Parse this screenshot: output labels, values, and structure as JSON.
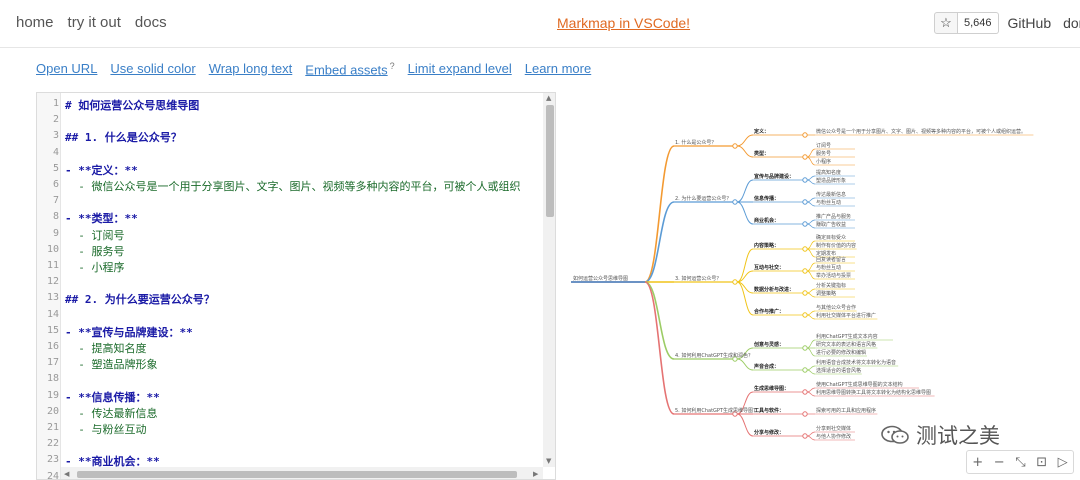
{
  "nav": {
    "left": [
      "home",
      "try it out",
      "docs"
    ],
    "center": "Markmap in VSCode!",
    "star_count": "5,646",
    "github": "GitHub",
    "donate": "dona"
  },
  "toolbar": {
    "links": [
      "Open URL",
      "Use solid color",
      "Wrap long text",
      "Embed assets",
      "Limit expand level",
      "Learn more"
    ],
    "embed_sup": "?"
  },
  "editor": {
    "lines": [
      {
        "n": "1",
        "text": "# 如何运营公众号思维导图",
        "kind": "h"
      },
      {
        "n": "2",
        "text": "",
        "kind": "list"
      },
      {
        "n": "3",
        "text": "## 1. 什么是公众号？",
        "kind": "h"
      },
      {
        "n": "4",
        "text": "",
        "kind": "list"
      },
      {
        "n": "5",
        "text": "- **定义：**",
        "kind": "bold"
      },
      {
        "n": "6",
        "text": "  - 微信公众号是一个用于分享图片、文字、图片、视频等多种内容的平台，可被个人或组织",
        "kind": "list"
      },
      {
        "n": "7",
        "text": "",
        "kind": "list"
      },
      {
        "n": "8",
        "text": "- **类型：**",
        "kind": "bold"
      },
      {
        "n": "9",
        "text": "  - 订阅号",
        "kind": "list"
      },
      {
        "n": "10",
        "text": "  - 服务号",
        "kind": "list"
      },
      {
        "n": "11",
        "text": "  - 小程序",
        "kind": "list"
      },
      {
        "n": "12",
        "text": "",
        "kind": "list"
      },
      {
        "n": "13",
        "text": "## 2. 为什么要运营公众号？",
        "kind": "h"
      },
      {
        "n": "14",
        "text": "",
        "kind": "list"
      },
      {
        "n": "15",
        "text": "- **宣传与品牌建设：**",
        "kind": "bold"
      },
      {
        "n": "16",
        "text": "  - 提高知名度",
        "kind": "list"
      },
      {
        "n": "17",
        "text": "  - 塑造品牌形象",
        "kind": "list"
      },
      {
        "n": "18",
        "text": "",
        "kind": "list"
      },
      {
        "n": "19",
        "text": "- **信息传播：**",
        "kind": "bold"
      },
      {
        "n": "20",
        "text": "  - 传达最新信息",
        "kind": "list"
      },
      {
        "n": "21",
        "text": "  - 与粉丝互动",
        "kind": "list"
      },
      {
        "n": "22",
        "text": "",
        "kind": "list"
      },
      {
        "n": "23",
        "text": "- **商业机会：**",
        "kind": "bold"
      },
      {
        "n": "24",
        "text": "",
        "kind": "list"
      }
    ]
  },
  "mindmap": {
    "root": "如何运营公众号思维导图",
    "branches": [
      {
        "label": "1. 什么是公众号？",
        "color": "#f39a32",
        "children": [
          {
            "label": "定义：",
            "leaves": [
              "微信公众号是一个用于分享图片、文字、图片、视频等多种内容的平台，可被个人或组织运营。"
            ]
          },
          {
            "label": "类型：",
            "leaves": [
              "订阅号",
              "服务号",
              "小程序"
            ]
          }
        ]
      },
      {
        "label": "2. 为什么要运营公众号？",
        "color": "#5b9bd5",
        "children": [
          {
            "label": "宣传与品牌建设：",
            "leaves": [
              "提高知名度",
              "塑造品牌形象"
            ]
          },
          {
            "label": "信息传播：",
            "leaves": [
              "传达最新信息",
              "与粉丝互动"
            ]
          },
          {
            "label": "商业机会：",
            "leaves": [
              "推广产品与服务",
              "赚取广告收益"
            ]
          }
        ]
      },
      {
        "label": "3. 如何运营公众号？",
        "color": "#f0c419",
        "children": [
          {
            "label": "内容策略：",
            "leaves": [
              "确定目标受众",
              "制作有价值的内容",
              "定期发布"
            ]
          },
          {
            "label": "互动与社交：",
            "leaves": [
              "回复读者留言",
              "与粉丝互动",
              "举办活动与投票"
            ]
          },
          {
            "label": "数据分析与改进：",
            "leaves": [
              "分析关键指标",
              "调整策略"
            ]
          },
          {
            "label": "合作与推广：",
            "leaves": [
              "与其他公众号合作",
              "利用社交媒体平台进行推广"
            ]
          }
        ]
      },
      {
        "label": "4. 如何利用ChatGPT生成和润色？",
        "color": "#9ccc65",
        "children": [
          {
            "label": "创意与灵感：",
            "leaves": [
              "利用ChatGPT生成文本内容",
              "研究文本的表达和语言风格",
              "进行必要的修改和编辑"
            ]
          },
          {
            "label": "声音合成：",
            "leaves": [
              "利用语音合成技术将文本转化为语音",
              "选择适合的语音风格"
            ]
          }
        ]
      },
      {
        "label": "5. 如何利用ChatGPT生成思维导图？",
        "color": "#e57373",
        "children": [
          {
            "label": "生成思维导图：",
            "leaves": [
              "使用ChatGPT生成思维导图的文本结构",
              "利用思维导图转换工具将文本转化为结构化思维导图"
            ]
          },
          {
            "label": "工具与软件：",
            "leaves": [
              "探索可用的工具和应用程序"
            ]
          },
          {
            "label": "分享与修改：",
            "leaves": [
              "分享到社交媒体",
              "与他人协作修改"
            ]
          }
        ]
      }
    ]
  },
  "watermark": "测试之美",
  "zoom_controls": [
    "+",
    "−",
    "⤡",
    "⊡",
    "▷"
  ]
}
